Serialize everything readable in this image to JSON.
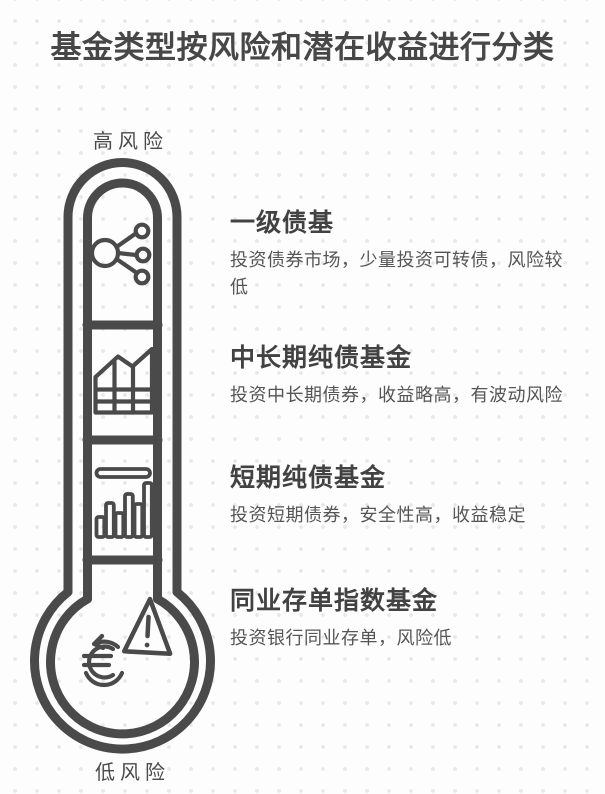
{
  "page": {
    "title": "基金类型按风险和潜在收益进行分类"
  },
  "thermometer": {
    "high_label": "高风险",
    "low_label": "低风险",
    "compartment_icons": [
      "share-network-icon",
      "area-chart-grid-icon",
      "bar-chart-icon",
      "euro-refresh-icon",
      "warning-triangle-icon"
    ]
  },
  "sections": [
    {
      "title": "一级债基",
      "description": "投资债券市场，少量投资可转债，风险较低",
      "icon": "share-network-icon"
    },
    {
      "title": "中长期纯债基金",
      "description": "投资中长期债券，收益略高，有波动风险",
      "icon": "area-chart-grid-icon"
    },
    {
      "title": "短期纯债基金",
      "description": "投资短期债券，安全性高，收益稳定",
      "icon": "bar-chart-icon"
    },
    {
      "title": "同业存单指数基金",
      "description": "投资银行同业存单，风险低",
      "icon": "euro-warning-icon"
    }
  ],
  "colors": {
    "ink": "#4a4a4a",
    "title_text": "#474747",
    "body_text": "#555555",
    "background": "#fdfdfd",
    "dot_pattern": "#e7e7e7"
  }
}
